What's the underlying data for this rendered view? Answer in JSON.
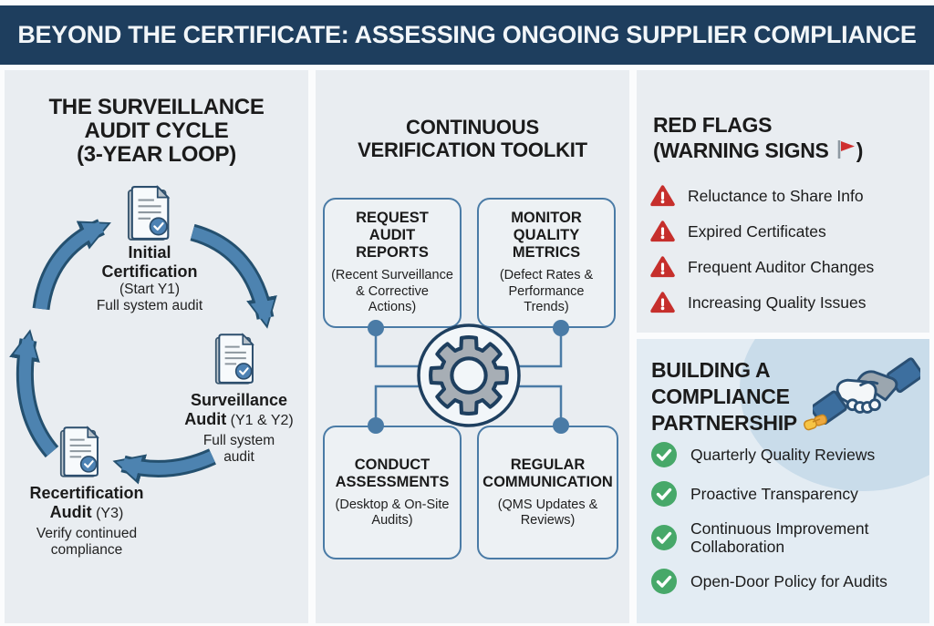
{
  "header": {
    "title": "BEYOND THE CERTIFICATE: ASSESSING ONGOING SUPPLIER COMPLIANCE"
  },
  "cycle": {
    "title1": "THE SURVEILLANCE",
    "title2": "AUDIT CYCLE",
    "title3": "(3-YEAR LOOP)",
    "initial": {
      "name1": "Initial",
      "name2": "Certification",
      "paren": "(Start Y1)",
      "desc": "Full system audit"
    },
    "surveillance": {
      "name1": "Surveillance",
      "name2": "Audit",
      "paren": "(Y1 & Y2)",
      "desc1": "Full system",
      "desc2": "audit"
    },
    "recert": {
      "name1": "Recertification",
      "name2": "Audit",
      "paren": "(Y3)",
      "desc1": "Verify continued",
      "desc2": "compliance"
    }
  },
  "toolkit": {
    "title1": "CONTINUOUS",
    "title2": "VERIFICATION TOOLKIT",
    "boxes": [
      {
        "title": "REQUEST AUDIT REPORTS",
        "subtitle": "(Recent Surveillance & Corrective Actions)"
      },
      {
        "title": "MONITOR QUALITY METRICS",
        "subtitle": "(Defect Rates & Performance Trends)"
      },
      {
        "title": "CONDUCT ASSESSMENTS",
        "subtitle": "(Desktop & On-Site Audits)"
      },
      {
        "title": "REGULAR COMMUNICATION",
        "subtitle": "(QMS Updates & Reviews)"
      }
    ]
  },
  "red_flags": {
    "title1": "RED FLAGS",
    "title2_pre": "(WARNING SIGNS",
    "title2_post": ")",
    "items": [
      "Reluctance to Share Info",
      "Expired Certificates",
      "Frequent Auditor Changes",
      "Increasing Quality Issues"
    ]
  },
  "partnership": {
    "title1": "BUILDING A",
    "title2": "COMPLIANCE",
    "title3": "PARTNERSHIP",
    "items": [
      "Quarterly Quality Reviews",
      "Proactive Transparency",
      "Continuous Improvement Collaboration",
      "Open-Door Policy for Audits"
    ]
  },
  "colors": {
    "header_bg": "#1e3e5e",
    "panel_bg": "#e9edf1",
    "partnership_panel_bg": "#e3ecf3",
    "accent_blue": "#4a7ba6",
    "arrow_blue": "#4d83b0",
    "navy_outline": "#24506f",
    "warning_red": "#c62f2c",
    "check_green": "#47a869",
    "gear_gray": "#a7aeb5"
  }
}
